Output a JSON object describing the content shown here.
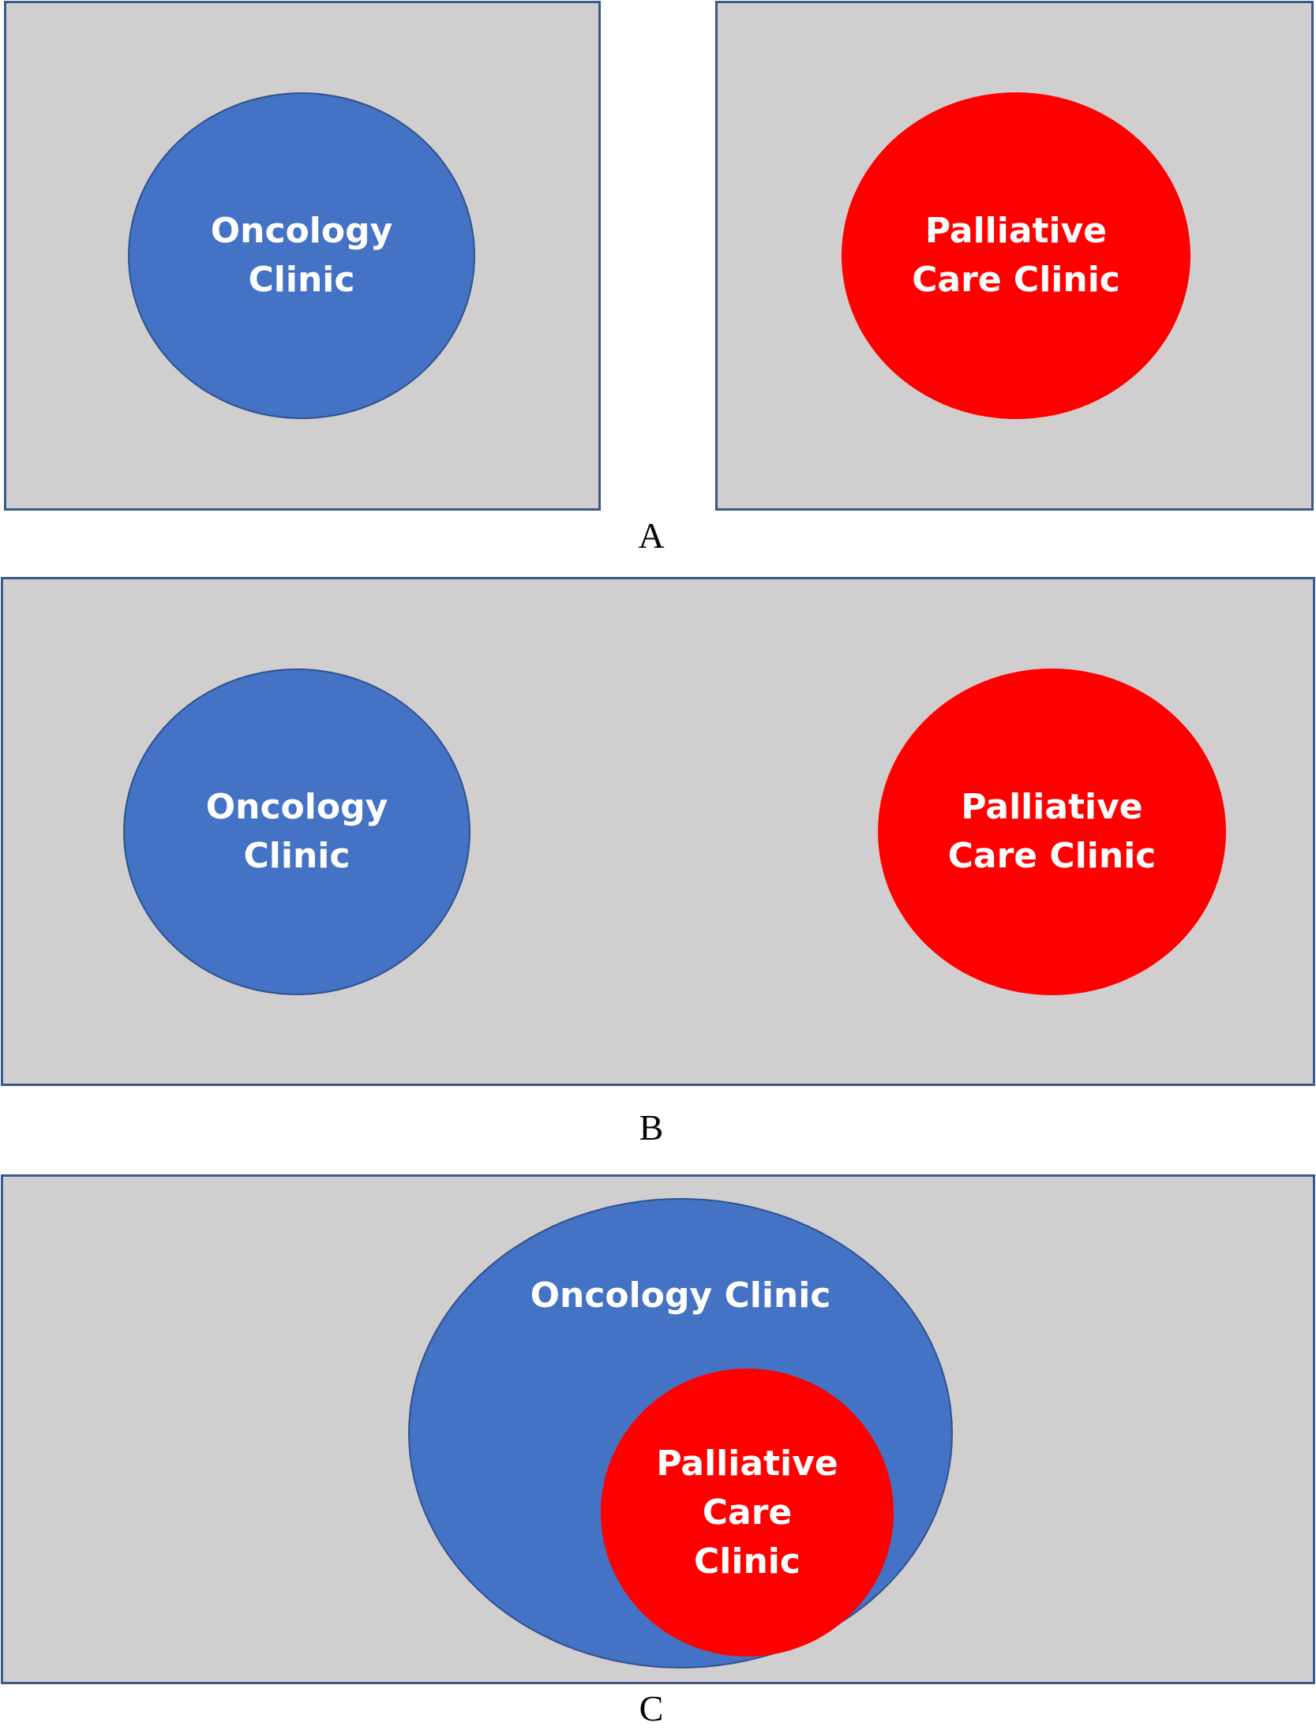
{
  "panel_a": {
    "caption": "A",
    "left_circle": {
      "label": "Oncology\nClinic",
      "color": "#4472c4"
    },
    "right_circle": {
      "label": "Palliative\nCare Clinic",
      "color": "#ff0000"
    }
  },
  "panel_b": {
    "caption": "B",
    "left_circle": {
      "label": "Oncology\nClinic",
      "color": "#4472c4"
    },
    "right_circle": {
      "label": "Palliative\nCare Clinic",
      "color": "#ff0000"
    }
  },
  "panel_c": {
    "caption": "C",
    "outer_circle": {
      "label": "Oncology Clinic",
      "color": "#4472c4"
    },
    "inner_circle": {
      "label": "Palliative\nCare\nClinic",
      "color": "#ff0000"
    }
  },
  "colors": {
    "panel_background": "#d0cecf",
    "panel_border": "#3a5a8c",
    "oncology": "#4472c4",
    "palliative": "#ff0000"
  }
}
